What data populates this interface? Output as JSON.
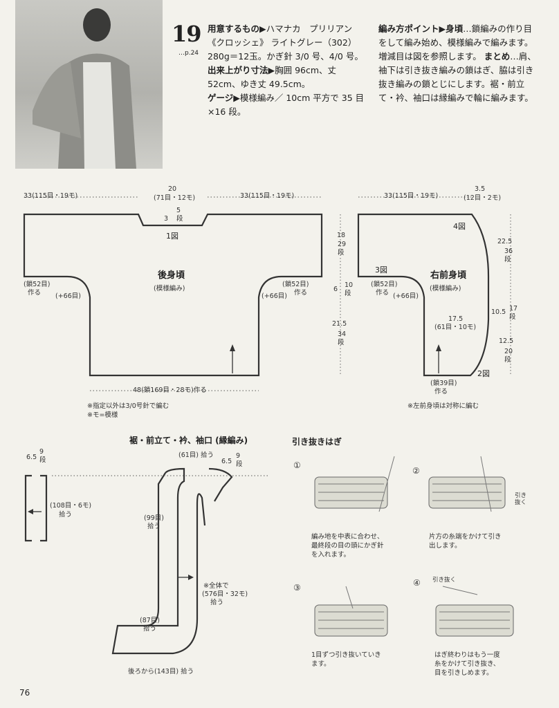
{
  "header": {
    "pattern_number": "19",
    "page_ref": "…p.24",
    "materials_label": "用意するもの▶",
    "materials_text": "ハマナカ　プリリアン《クロッシェ》 ライトグレー（302）280g＝12玉。かぎ針 3/0 号、4/0 号。",
    "size_label": "出来上がり寸法▶",
    "size_text": "胸囲 96cm、丈 52cm、ゆき丈 49.5cm。",
    "gauge_label": "ゲージ▶",
    "gauge_text": "模様編み／ 10cm 平方で 35 目 ×16 段。",
    "method_label": "編み方ポイント▶身頃",
    "method_text": "…鎖編みの作り目をして編み始め、模様編みで編みます。増減目は図を参照します。",
    "finish_label": "まとめ",
    "finish_text": "…肩、袖下は引き抜き編みの鎖はぎ、脇は引き抜き編みの鎖とじにします。裾・前立て・衿、袖口は縁編みで輪に編みます。"
  },
  "back": {
    "top_left": "33(115目・19モ)",
    "top_mid_a": "20",
    "top_mid_b": "(71目・12モ)",
    "top_right": "33(115目・19モ)",
    "neck_a": "3",
    "neck_b": "5",
    "neck_c": "段",
    "fig1": "1図",
    "title": "後身頃",
    "pattern": "(模様編み)",
    "l_chain": "(鎖52目)",
    "l_make": "作る",
    "l_plus": "(+66目)",
    "r_chain": "(鎖52目)",
    "r_make": "作る",
    "r_plus": "(+66目)",
    "h1_cm": "18",
    "h1_rows": "29",
    "h2_cm": "6",
    "h2_rows": "10",
    "h3_cm": "21.5",
    "h3_rows": "34",
    "dan": "段",
    "bottom": "48(鎖169目・28モ)作る",
    "note1": "※指定以外は3/0号針で編む",
    "note2": "※モ=模様"
  },
  "front": {
    "top": "33(115目・19モ)",
    "neck_w": "3.5",
    "neck_s": "(12目・2モ)",
    "fig4": "4図",
    "fig3": "3図",
    "fig2": "2図",
    "title": "右前身頃",
    "pattern": "(模様編み)",
    "chain": "(鎖52目)",
    "make": "作る",
    "plus": "(+66目)",
    "mid_cm": "17.5",
    "mid_s": "(61目・10モ)",
    "bottom_chain": "(鎖39目)",
    "bottom_make": "作る",
    "r1_cm": "22.5",
    "r1_rows": "36",
    "r2_cm": "10.5",
    "r2_rows": "17",
    "r3_cm": "12.5",
    "r3_rows": "20",
    "dan": "段",
    "note": "※左前身頃は対称に編む"
  },
  "edging": {
    "title": "裾・前立て・衿、袖口 (縁編み)",
    "cuff_cm": "6.5",
    "cuff_rows": "9",
    "cuff_stitches": "(108目・6モ)",
    "cuff_pick": "拾う",
    "neck": "(61目) 拾う",
    "collar_cm": "6.5",
    "collar_rows": "9",
    "dan": "段",
    "front_a": "(99目)",
    "front_a2": "拾う",
    "total1": "※全体で",
    "total2": "(576目・32モ)",
    "total3": "拾う",
    "hem_a": "(87目)",
    "hem_a2": "拾う",
    "back_hem": "後ろから(143目) 拾う"
  },
  "join": {
    "title": "引き抜きはぎ",
    "steps": [
      {
        "n": "①",
        "text1": "編み地を中表に合わせ、",
        "text2": "最終段の目の頭にかぎ針",
        "text3": "を入れます。"
      },
      {
        "n": "②",
        "text1": "片方の糸端をかけて引き",
        "text2": "出します。",
        "text3": ""
      },
      {
        "n": "③",
        "text1": "1目ずつ引き抜いていき",
        "text2": "ます。",
        "text3": ""
      },
      {
        "n": "④",
        "text1": "はぎ終わりはもう一度",
        "text2": "糸をかけて引き抜き、",
        "text3": "目を引きしめます。"
      }
    ],
    "pull_label": "引き抜く"
  },
  "page_number": "76"
}
